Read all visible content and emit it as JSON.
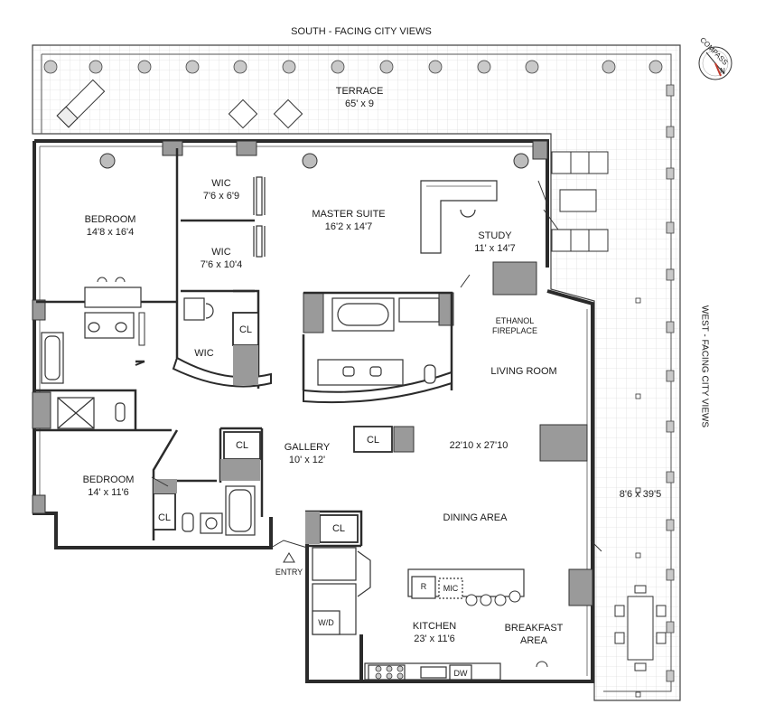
{
  "orientation": {
    "south": "SOUTH  -  FACING CITY VIEWS",
    "west": "WEST  -  FACING CITY VIEWS",
    "compass": "COMPASS",
    "compass_n": "N"
  },
  "rooms": {
    "terrace": {
      "name": "TERRACE",
      "dim": "65' x 9"
    },
    "west_terrace": {
      "dim": "8'6 x 39'5"
    },
    "bedroom1": {
      "name": "BEDROOM",
      "dim": "14'8 x 16'4"
    },
    "wic1": {
      "name": "WIC",
      "dim": "7'6 x 6'9"
    },
    "wic2": {
      "name": "WIC",
      "dim": "7'6 x 10'4"
    },
    "master": {
      "name": "MASTER SUITE",
      "dim": "16'2 x 14'7"
    },
    "study": {
      "name": "STUDY",
      "dim": "11' x 14'7"
    },
    "ethanol": {
      "line1": "ETHANOL",
      "line2": "FIREPLACE"
    },
    "living": {
      "name": "LIVING ROOM",
      "dim": "22'10 x 27'10"
    },
    "wic3": {
      "name": "WIC"
    },
    "gallery": {
      "name": "GALLERY",
      "dim": "10' x 12'"
    },
    "bedroom2": {
      "name": "BEDROOM",
      "dim": "14' x 11'6"
    },
    "dining": {
      "name": "DINING AREA"
    },
    "kitchen": {
      "name": "KITCHEN",
      "dim": "23' x 11'6"
    },
    "breakfast": {
      "line1": "BREAKFAST",
      "line2": "AREA"
    }
  },
  "fixtures": {
    "cl": "CL",
    "entry": "ENTRY",
    "r": "R",
    "mic": "MIC",
    "dw": "DW",
    "wd": "W/D"
  }
}
